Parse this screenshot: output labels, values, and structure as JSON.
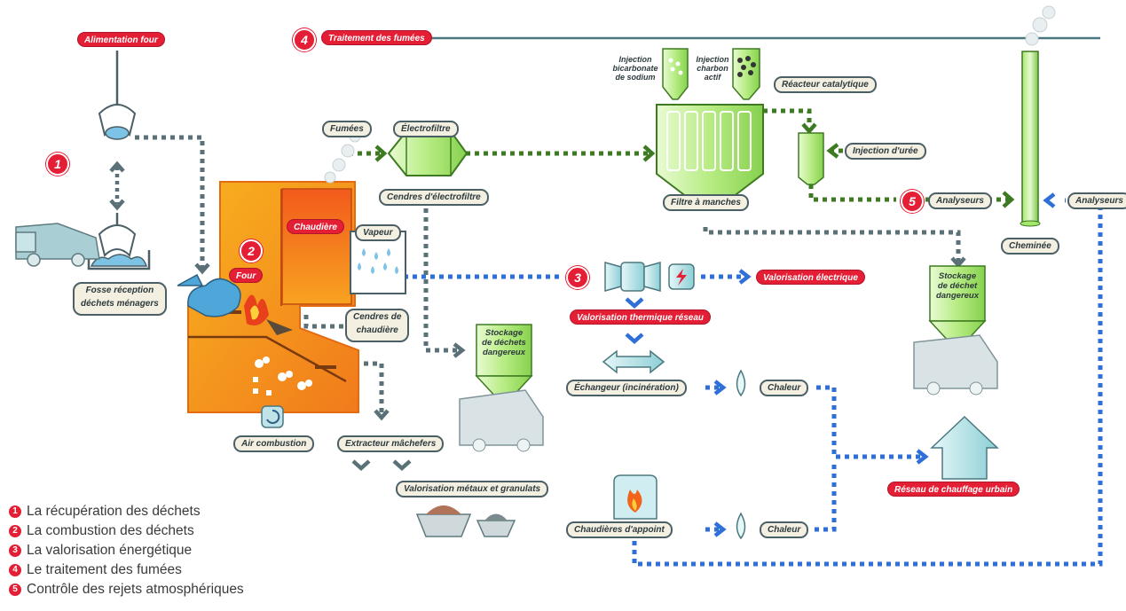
{
  "labels": {
    "alimentation_four": "Alimentation four",
    "traitement_fumees": "Traitement des fumées",
    "fosse_reception": "Fosse réception\ndéchets ménagers",
    "fumees": "Fumées",
    "electrofiltre": "Électrofiltre",
    "cendres_electrofiltre": "Cendres d'électrofiltre",
    "chaudiere": "Chaudière",
    "vapeur": "Vapeur",
    "four": "Four",
    "cendres_chaudiere": "Cendres de\nchaudière",
    "air_combustion": "Air combustion",
    "extracteur_machefers": "Extracteur mâchefers",
    "valorisation_metaux": "Valorisation métaux et granulats",
    "stockage_dangereux_1": "Stockage\nde déchets\ndangereux",
    "injection_bicarbonate": "Injection\nbicarbonate\nde sodium",
    "injection_charbon": "Injection\ncharbon\nactif",
    "reacteur_catalytique": "Réacteur catalytique",
    "filtre_manches": "Filtre à manches",
    "injection_uree": "Injection d'urée",
    "analyseurs_1": "Analyseurs",
    "analyseurs_2": "Analyseurs",
    "cheminee": "Cheminée",
    "valorisation_electrique": "Valorisation électrique",
    "valorisation_thermique": "Valorisation thermique réseau",
    "echangeur": "Échangeur (incinération)",
    "chaleur_1": "Chaleur",
    "chaleur_2": "Chaleur",
    "reseau_chauffage": "Réseau de chauffage urbain",
    "chaudieres_appoint": "Chaudières d'appoint",
    "stockage_dangereux_2": "Stockage\nde déchet\ndangereux"
  },
  "steps": {
    "n1": "1",
    "n2": "2",
    "n3": "3",
    "n4": "4",
    "n5": "5"
  },
  "legend": [
    {
      "num": "1",
      "text": "La récupération des déchets"
    },
    {
      "num": "2",
      "text": "La combustion des déchets"
    },
    {
      "num": "3",
      "text": "La valorisation énergétique"
    },
    {
      "num": "4",
      "text": "Le traitement des fumées"
    },
    {
      "num": "5",
      "text": "Contrôle des rejets atmosphériques"
    }
  ],
  "colors": {
    "red": "#e31e35",
    "flue_green": "#3d7a22",
    "energy_blue": "#2f6fd8",
    "grey_flow": "#5b7178",
    "furnace_orange": "#f39a1e",
    "equipment_green": "#bdf08a",
    "equipment_teal": "#a9dbe0"
  }
}
